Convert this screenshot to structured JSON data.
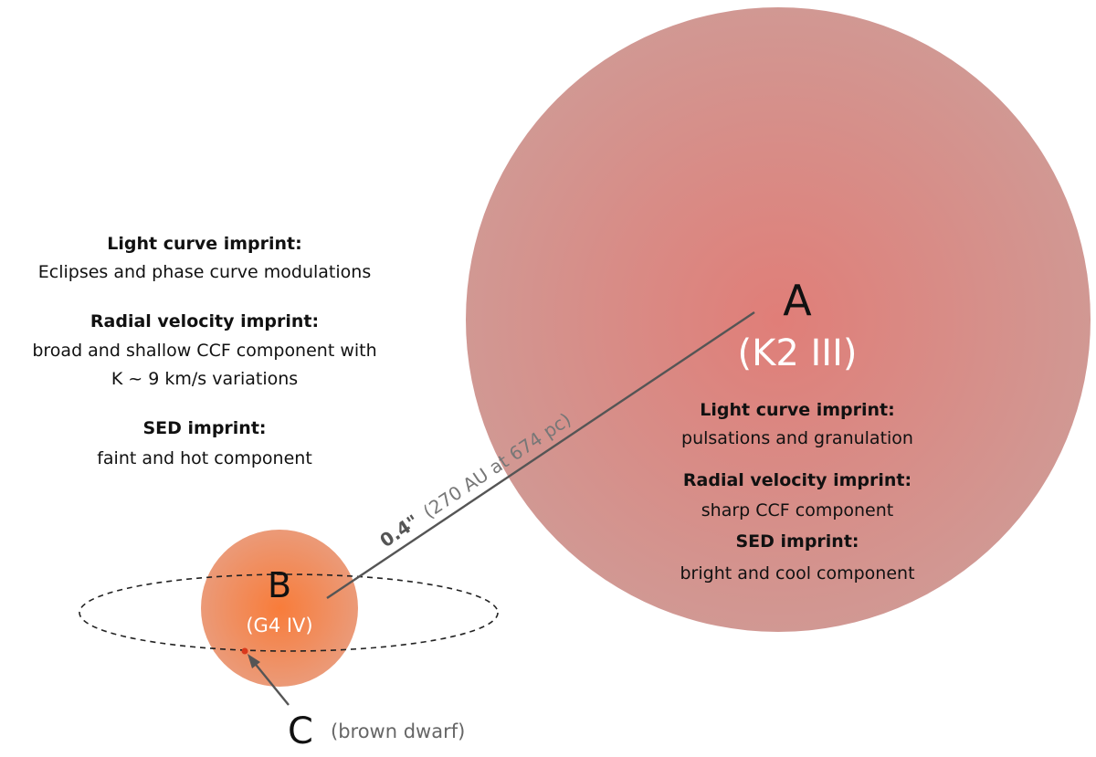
{
  "colors": {
    "star_a_center": "#e07e78",
    "star_a_edge": "#d19893",
    "star_b_center": "#f87c3a",
    "star_b_edge": "#eb9a78",
    "star_c": "#d9391c",
    "separation_line": "#555555",
    "orbit": "#222222"
  },
  "left_panel": {
    "light_curve": {
      "heading": "Light curve imprint:",
      "line1": "Eclipses and phase curve modulations"
    },
    "radial_velocity": {
      "heading": "Radial velocity imprint:",
      "line1": "broad and shallow CCF component with",
      "line2": "K ~ 9 km/s variations"
    },
    "sed": {
      "heading": "SED imprint:",
      "line1": "faint and hot component"
    }
  },
  "star_a": {
    "name": "A",
    "type": "(K2 III)",
    "light_curve": {
      "heading": "Light curve imprint:",
      "line1": "pulsations and granulation"
    },
    "radial_velocity": {
      "heading": "Radial velocity imprint:",
      "line1": "sharp CCF component"
    },
    "sed": {
      "heading": "SED imprint:",
      "line1": "bright and cool component"
    }
  },
  "star_b": {
    "name": "B",
    "type": "(G4 IV)"
  },
  "star_c": {
    "name": "C",
    "note": "(brown dwarf)"
  },
  "separation": {
    "angle_label": "0.4\"",
    "detail_label": "(270 AU at 674 pc)"
  }
}
